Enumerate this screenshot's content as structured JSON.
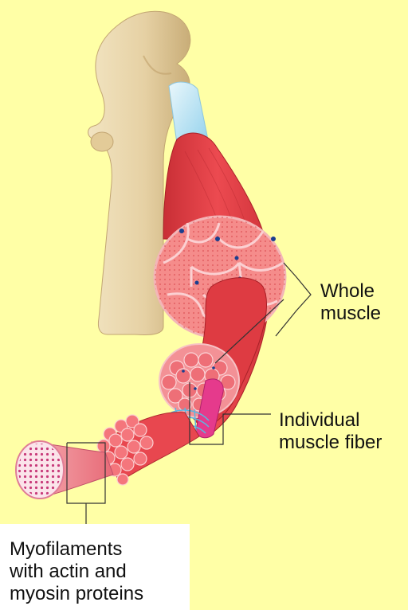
{
  "labels": {
    "whole_muscle": [
      "Whole",
      "muscle"
    ],
    "muscle_fiber": [
      "Individual",
      "muscle fiber"
    ],
    "myofilaments": [
      "Myofilaments",
      "with actin and",
      "myosin proteins"
    ]
  },
  "colors": {
    "background": "#ffffa6",
    "bone": "#e9d6ac",
    "muscle": "#e8454a",
    "muscle_dark": "#c3282f",
    "fascicle": "#f07f80",
    "tendon": "#bfe3f3",
    "nucleus": "#1a3f8f",
    "connective_tissue": "#5bb7e0"
  }
}
